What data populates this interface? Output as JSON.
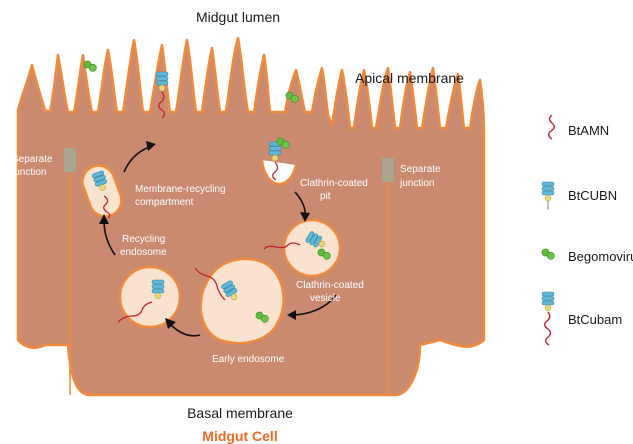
{
  "labels": {
    "midgut_lumen": "Midgut lumen",
    "apical_membrane": "Apical membrane",
    "basal_membrane": "Basal membrane",
    "midgut_cell": "Midgut Cell",
    "separate_junction_1": "Separate",
    "separate_junction_2": "junction",
    "membrane_recycling_1": "Membrane-recycling",
    "membrane_recycling_2": "compartment",
    "clathrin_pit_1": "Clathrin-coated",
    "clathrin_pit_2": "pit",
    "recycling_endosome_1": "Recycling",
    "recycling_endosome_2": "endosome",
    "clathrin_vesicle_1": "Clathrin-coated",
    "clathrin_vesicle_2": "vesicle",
    "early_endosome": "Early endosome"
  },
  "legend": [
    {
      "label": "BtAMN",
      "icon": "btamn-icon"
    },
    {
      "label": "BtCUBN",
      "icon": "btcubn-icon"
    },
    {
      "label": "Begomovirus",
      "icon": "begomovirus-icon"
    },
    {
      "label": "BtCubam",
      "icon": "btcubam-icon"
    }
  ],
  "colors": {
    "cell_fill": "#c98a70",
    "cell_outline": "#f08a3c",
    "vesicle_fill": "#f9e3cf",
    "receptor_blue": "#5fb8d8",
    "virus_green": "#5fbb3c",
    "amn_red": "#c4232b",
    "junction": "#a8a68e",
    "title_orange": "#ee6a25"
  }
}
